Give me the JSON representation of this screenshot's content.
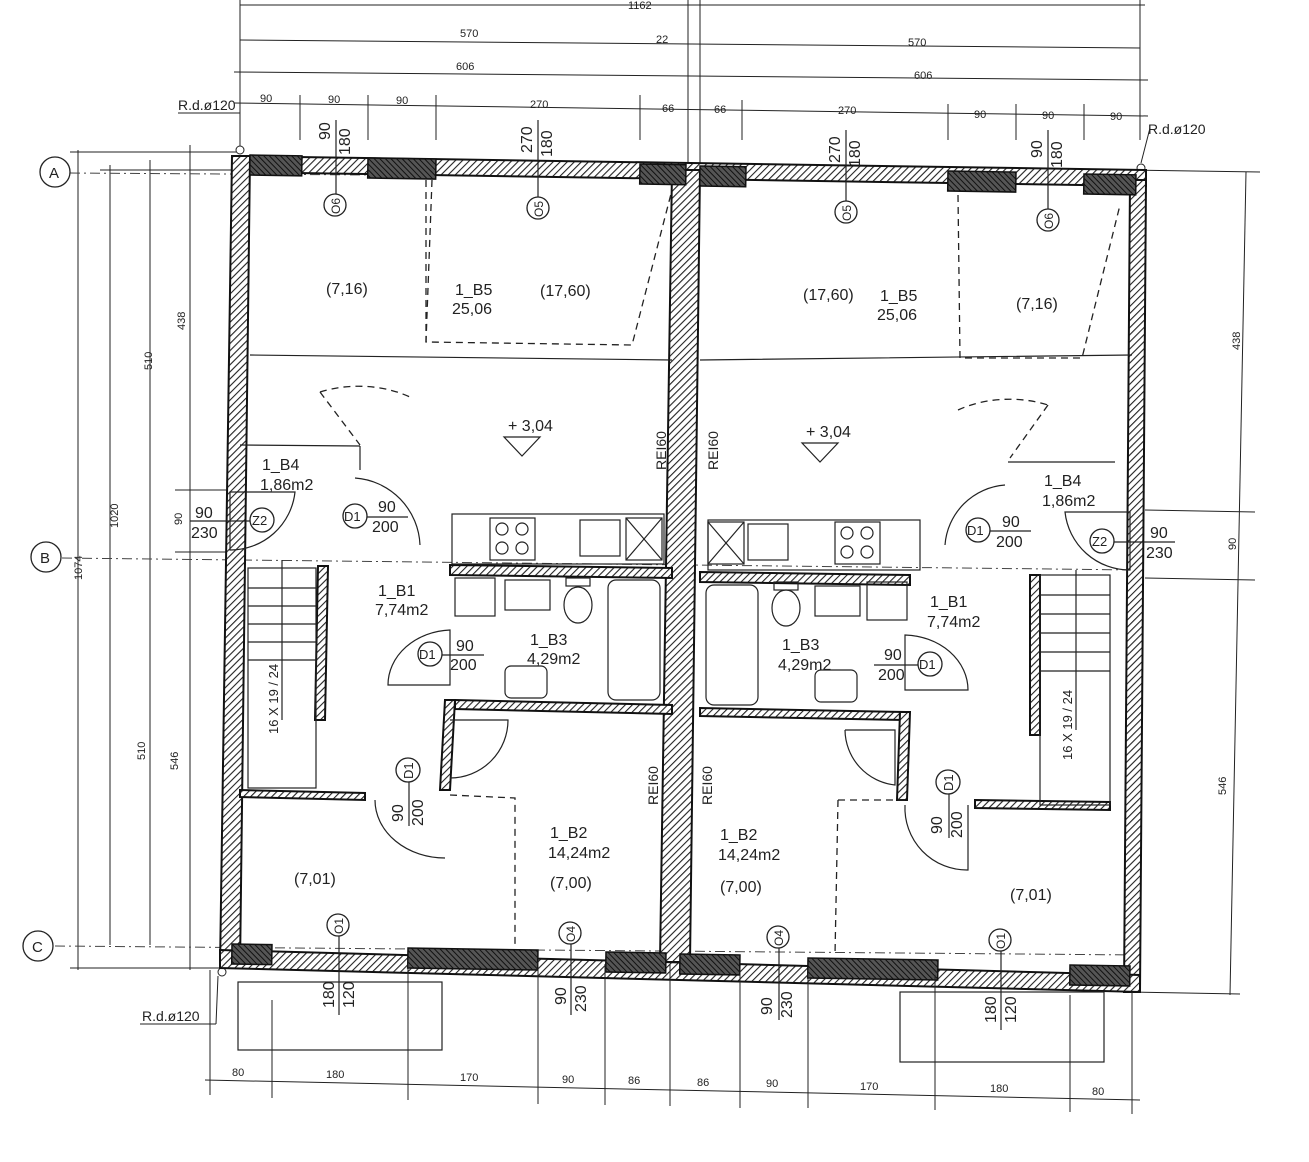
{
  "dimensions": {
    "top_total": "1162",
    "top_570_left": "570",
    "top_22": "22",
    "top_570_right": "570",
    "top_606_left": "606",
    "top_606_right": "606",
    "top_row_left": [
      "90",
      "90",
      "90",
      "270",
      "66"
    ],
    "top_row_right": [
      "66",
      "270",
      "90",
      "90",
      "90"
    ],
    "bottom_row_left": [
      "80",
      "180",
      "170",
      "90",
      "86"
    ],
    "bottom_row_right": [
      "86",
      "90",
      "170",
      "180",
      "80"
    ],
    "left_1074": "1074",
    "left_1020": "1020",
    "left_510_top": "510",
    "left_510_bottom": "510",
    "left_438": "438",
    "left_546": "546",
    "left_90": "90",
    "right_438": "438",
    "right_90": "90",
    "right_546": "546"
  },
  "rain_drains": [
    "R.d.ø120",
    "R.d.ø120",
    "R.d.ø120"
  ],
  "axes": [
    "A",
    "B",
    "C"
  ],
  "fire_walls": [
    "REI60",
    "REI60",
    "REI60",
    "REI60"
  ],
  "windows": {
    "O6": {
      "tag": "O6",
      "w": "90",
      "h": "180"
    },
    "O5": {
      "tag": "O5",
      "w": "270",
      "h": "180"
    },
    "O1": {
      "tag": "O1",
      "w": "180",
      "h": "120"
    },
    "O4": {
      "tag": "O4",
      "w": "90",
      "h": "230"
    }
  },
  "doors": {
    "D1": {
      "tag": "D1",
      "w": "90",
      "h": "200"
    },
    "Z2": {
      "tag": "Z2",
      "w": "90",
      "h": "230"
    }
  },
  "rooms": {
    "B5": {
      "name": "1_B5",
      "area": "25,06",
      "sub_a": "(7,16)",
      "sub_b": "(17,60)"
    },
    "B4": {
      "name": "1_B4",
      "area": "1,86m2"
    },
    "B1": {
      "name": "1_B1",
      "area": "7,74m2"
    },
    "B3": {
      "name": "1_B3",
      "area": "4,29m2"
    },
    "B2": {
      "name": "1_B2",
      "area": "14,24m2",
      "sub_a": "(7,01)",
      "sub_b": "(7,00)"
    }
  },
  "level": "+ 3,04",
  "stairs": "16 X 19 / 24"
}
